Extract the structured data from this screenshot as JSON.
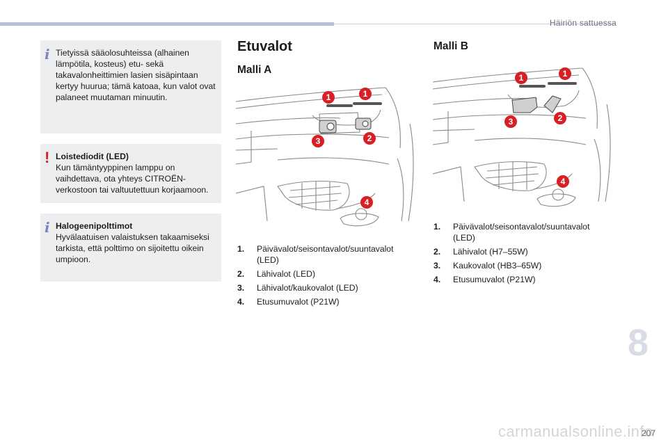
{
  "header": {
    "section_title": "Häiriön sattuessa"
  },
  "info_boxes": [
    {
      "icon": "info-icon",
      "title": "",
      "text": "Tietyissä sääolosuhteissa (alhainen lämpötila, kosteus) etu- sekä takavalonheittimien lasien sisäpintaan kertyy huurua; tämä katoaa, kun valot ovat palaneet muutaman minuutin."
    },
    {
      "icon": "warning-icon",
      "title": "Loistediodit (LED)",
      "text": "Kun tämäntyyppinen lamppu on vaihdettava, ota yhteys CITROËN-verkostoon tai valtuutettuun korjaamoon."
    },
    {
      "icon": "info-icon",
      "title": "Halogeenipolttimot",
      "text": "Hyvälaatuisen valaistuksen takaamiseksi tarkista, että polttimo on sijoitettu oikein umpioon."
    }
  ],
  "main": {
    "title": "Etuvalot",
    "model_a": {
      "heading": "Malli A",
      "callouts": [
        "1",
        "1",
        "2",
        "3",
        "4"
      ],
      "items": [
        {
          "num": "1.",
          "text": "Päivävalot/seisontavalot/suuntavalot (LED)"
        },
        {
          "num": "2.",
          "text": "Lähivalot (LED)"
        },
        {
          "num": "3.",
          "text": "Lähivalot/kaukovalot (LED)"
        },
        {
          "num": "4.",
          "text": "Etusumuvalot (P21W)"
        }
      ]
    },
    "model_b": {
      "heading": "Malli B",
      "callouts": [
        "1",
        "1",
        "2",
        "3",
        "4"
      ],
      "items": [
        {
          "num": "1.",
          "text": "Päivävalot/seisontavalot/suuntavalot (LED)"
        },
        {
          "num": "2.",
          "text": "Lähivalot (H7–55W)"
        },
        {
          "num": "3.",
          "text": "Kaukovalot (HB3–65W)"
        },
        {
          "num": "4.",
          "text": "Etusumuvalot (P21W)"
        }
      ]
    }
  },
  "footer": {
    "chapter": "8",
    "page_number": "207",
    "watermark": "carmanualsonline.info"
  },
  "colors": {
    "accent_bar": "#b8bfd9",
    "callout_red": "#d91f26",
    "box_bg": "#eceeef",
    "info_icon": "#7a86c2"
  }
}
